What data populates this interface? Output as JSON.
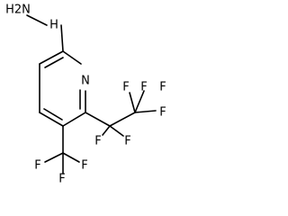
{
  "molecule": {
    "atoms": {
      "n_terminal": "H2N",
      "n_attached": "H",
      "ring_n": "N",
      "f_top_left": "F",
      "f_top_mid": "F",
      "f_top_right": "F",
      "f_right": "F",
      "f_cf2_left": "F",
      "f_cf2_right": "F",
      "f_cf3_left": "F",
      "f_cf3_bottom": "F",
      "f_cf3_right": "F"
    },
    "colors": {
      "bond": "#000000",
      "label": "#000000",
      "background": "#ffffff"
    }
  }
}
